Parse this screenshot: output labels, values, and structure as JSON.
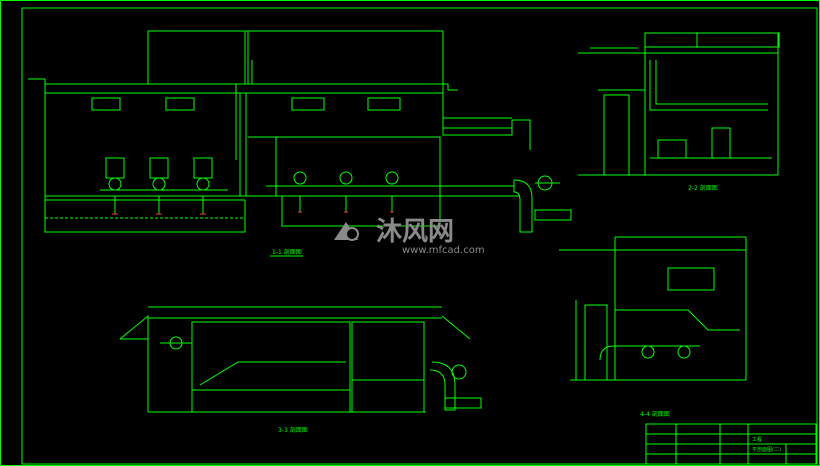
{
  "colors": {
    "background": "#000000",
    "line": "#00ff00",
    "accent_red": "#ff3030",
    "watermark": "#8a8a8a"
  },
  "watermark": {
    "brand_cn": "沐风网",
    "url": "www.mfcad.com",
    "logo_icon": "mfcad-logo-icon"
  },
  "section_titles": {
    "main_section": "1-1 剖面图",
    "upper_right_section": "2-2 剖面图",
    "lower_left_section": "3-3 剖面图",
    "lower_right_section": "4-4 剖面图"
  },
  "title_block": {
    "project_label": "工程",
    "drawing_name": "平剖面图(二)"
  }
}
